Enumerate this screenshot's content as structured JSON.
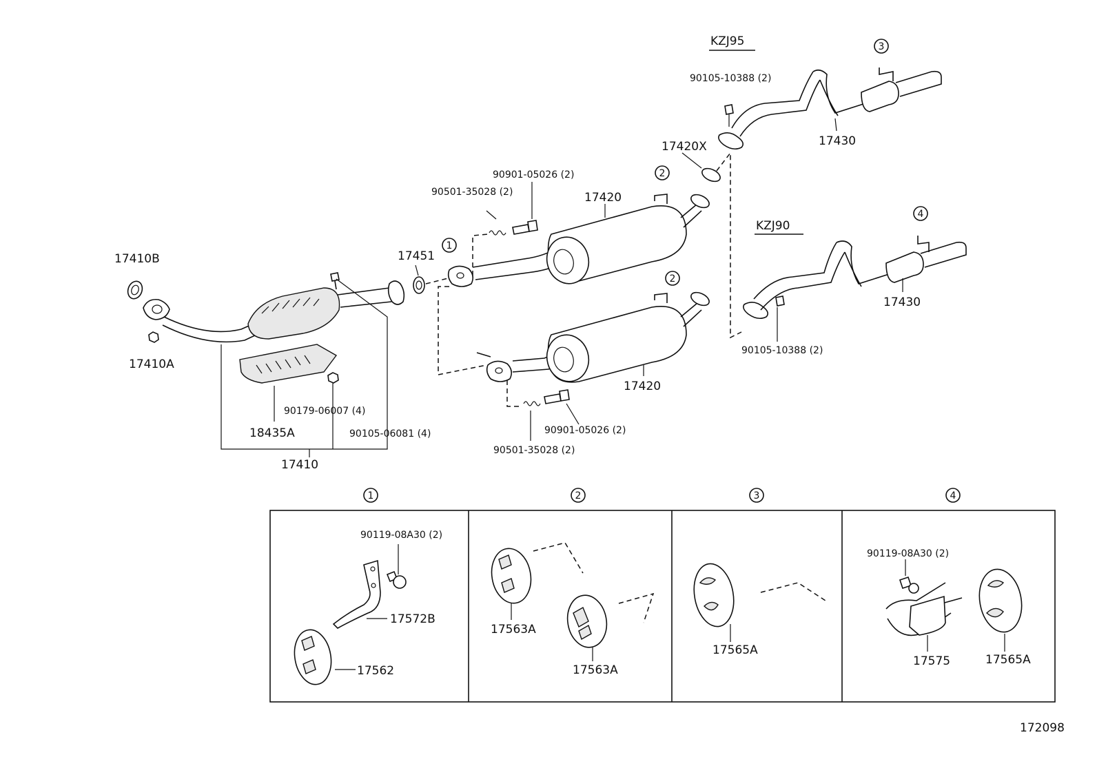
{
  "variants": {
    "kzj95": "KZJ95",
    "kzj90": "KZJ90"
  },
  "callouts": {
    "c1": "1",
    "c2a": "2",
    "c2b": "2",
    "c3": "3",
    "c4": "4"
  },
  "labels": {
    "p17410B": "17410B",
    "p17410A": "17410A",
    "p17451": "17451",
    "p18435A": "18435A",
    "p17410": "17410",
    "p90179": "90179-06007 (4)",
    "p90105_06081": "90105-06081 (4)",
    "p90501_top": "90501-35028 (2)",
    "p90901_top": "90901-05026 (2)",
    "p17420_top": "17420",
    "p17420_bot": "17420",
    "p90901_bot": "90901-05026 (2)",
    "p90501_bot": "90501-35028 (2)",
    "p17420X": "17420X",
    "p90105_10388_top": "90105-10388 (2)",
    "p17430_top": "17430",
    "p17430_bot": "17430",
    "p90105_10388_bot": "90105-10388 (2)"
  },
  "panels": {
    "headers": [
      "1",
      "2",
      "3",
      "4"
    ],
    "p1": {
      "bolt": "90119-08A30 (2)",
      "bracket": "17572B",
      "hanger": "17562"
    },
    "p2": {
      "hanger_a": "17563A",
      "hanger_b": "17563A"
    },
    "p3": {
      "hanger": "17565A"
    },
    "p4": {
      "bolt": "90119-08A30 (2)",
      "bracket": "17575",
      "hanger": "17565A"
    }
  },
  "figure_id": "172098"
}
